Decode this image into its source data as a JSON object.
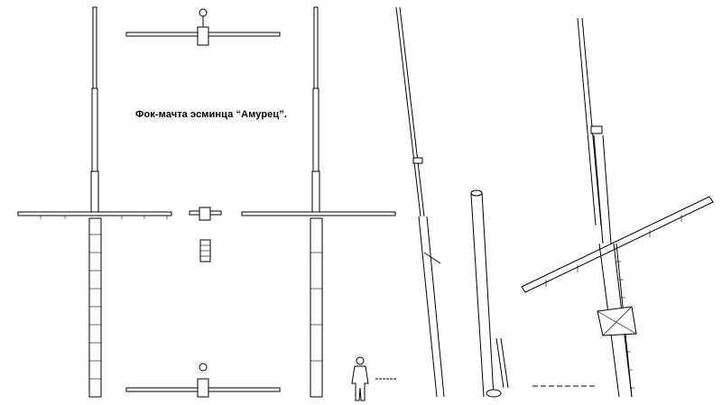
{
  "title": "Фок-мачта эсминца “Амурец”.",
  "views": [
    "front-view",
    "top-view",
    "side-view",
    "inclined-view",
    "human-scale-figure",
    "detail-pole",
    "perspective-view"
  ],
  "colors": {
    "line": "#000000",
    "background": "#ffffff"
  }
}
